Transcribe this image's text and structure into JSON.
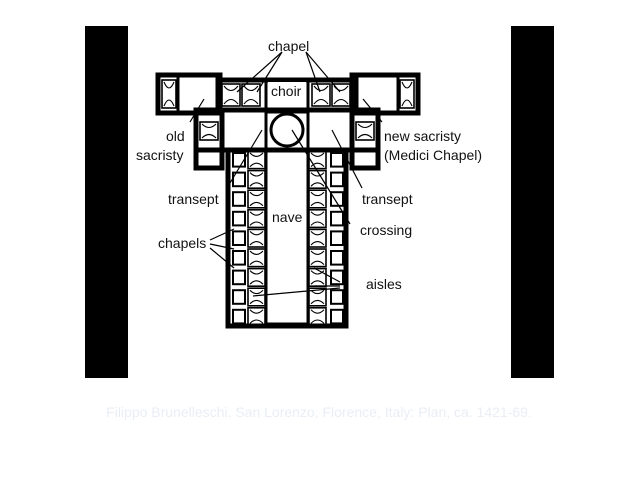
{
  "slide": {
    "background": "#ffffff",
    "frame_color": "#000000"
  },
  "labels": {
    "chapel": "chapel",
    "choir": "choir",
    "old_sacristy": [
      "old",
      "sacristy"
    ],
    "new_sacristy": [
      "new sacristy",
      "(Medici Chapel)"
    ],
    "transept_left": "transept",
    "transept_right": "transept",
    "nave": "nave",
    "crossing": "crossing",
    "chapels": "chapels",
    "aisles": "aisles"
  },
  "caption": "Filippo Brunelleschi. San Lorenzo, Florence, Italy: Plan, ca. 1421-69.",
  "caption_color": "#e9eef5"
}
